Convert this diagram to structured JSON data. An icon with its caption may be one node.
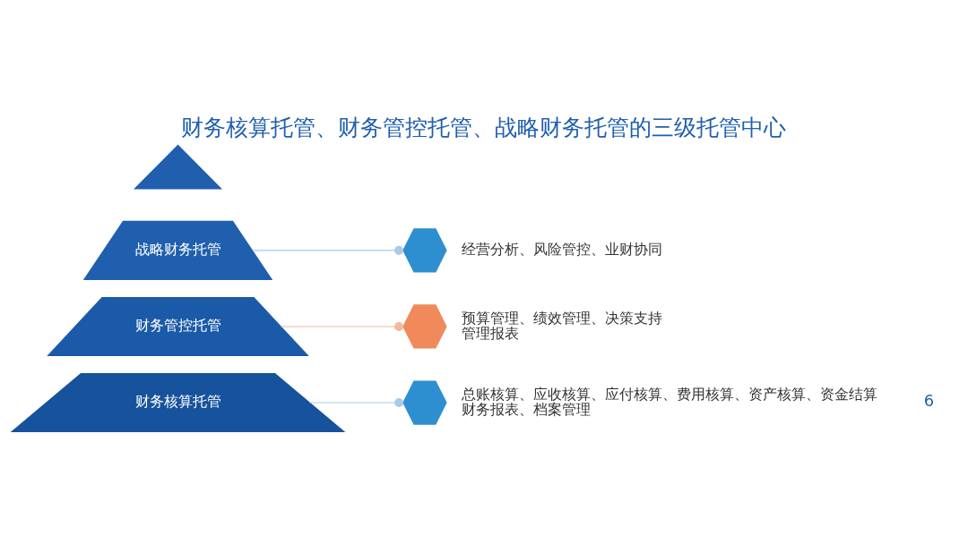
{
  "diagram": {
    "title": "财务核算托管、财务管控托管、战略财务托管的三级托管中心",
    "nodes": [
      {
        "text": [],
        "shape": "triangle"
      },
      {
        "text": [
          "战略财务托管"
        ]
      },
      {
        "text": [
          "财务管控托管"
        ]
      },
      {
        "text": [
          "财务核算托管"
        ]
      },
      {
        "text": [],
        "shape": "hexagon",
        "beside": [
          "经营分析、风险管控、业财协同"
        ]
      },
      {
        "text": [],
        "shape": "hexagon",
        "beside": [
          "预算管理、绩效管理、决策支持",
          "管理报表"
        ]
      },
      {
        "text": [],
        "shape": "hexagon",
        "beside": [
          "总账核算、应收核算、应付核算、费用核算、资产核算、资金结算",
          "财务报表、档案管理"
        ]
      }
    ],
    "edges": [
      {
        "from": 1,
        "to": 4,
        "arrow": "other"
      },
      {
        "from": 2,
        "to": 5,
        "arrow": "other",
        "color": "#f4b89a"
      },
      {
        "from": 3,
        "to": 6,
        "arrow": "other"
      }
    ],
    "labels": [
      "6"
    ]
  }
}
